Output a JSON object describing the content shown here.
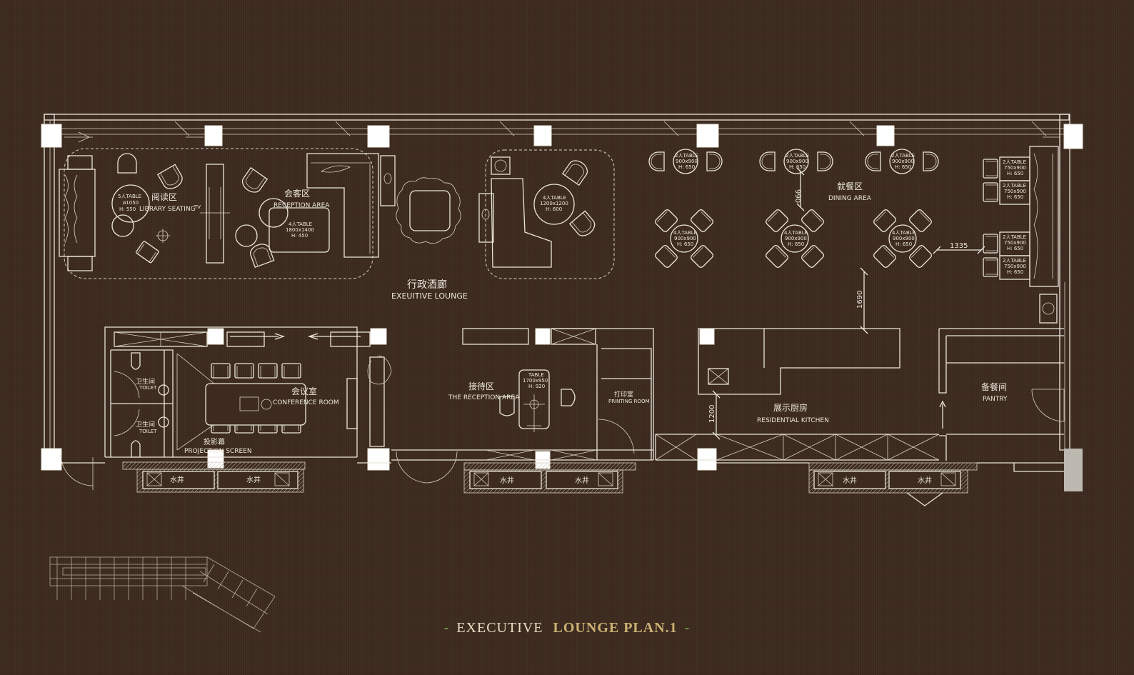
{
  "plan": {
    "zones": {
      "library_zh": "阅读区",
      "library_en": "LIBRARY SEATING",
      "tv": "TV",
      "reception_zh": "会客区",
      "reception_en": "RECEPTION AREA",
      "lounge_zh": "行政酒廊",
      "lounge_en": "EXEUITIVE   LOUNGE",
      "dining_zh": "就餐区",
      "dining_en": "DINING AREA",
      "conference_zh": "会议室",
      "conference_en": "CONFERENCE ROOM",
      "toilet_zh": "卫生间",
      "toilet_en": "TOILET",
      "projection_zh": "投影幕",
      "projection_en": "PROJECTION SCREEN",
      "front_desk_zh": "接待区",
      "front_desk_en": "THE RECEPTION AREA",
      "printing_zh": "打印室",
      "printing_en": "PRINTING ROOM",
      "kitchen_zh": "展示厨房",
      "kitchen_en": "RESIDENTIAL   KITCHEN",
      "pantry_zh": "备餐间",
      "pantry_en": "PANTRY",
      "shaft": "水井"
    },
    "tables": {
      "library": [
        "5人TABLE",
        "ø1050",
        "H: 550"
      ],
      "reception": [
        "4人TABLE",
        "1800x1400",
        "H: 450"
      ],
      "lounge": [
        "4人TABLE",
        "1200x1200",
        "H: 600"
      ],
      "dining_2p": [
        "2人TABLE",
        "900x900",
        "H: 650"
      ],
      "dining_4p": [
        "4人TABLE",
        "900x900",
        "H: 650"
      ],
      "window_2p": [
        "2人TABLE",
        "750x900",
        "H: 650"
      ],
      "front_desk": [
        "TABLE",
        "1700x950",
        "H: 920"
      ]
    },
    "dimensions": {
      "d1": "990",
      "d2": "1335",
      "d3": "1690",
      "d4": "1200"
    }
  },
  "title": {
    "part1": "EXECUTIVE",
    "part2": "LOUNGE  PLAN.1",
    "dash": "-"
  }
}
